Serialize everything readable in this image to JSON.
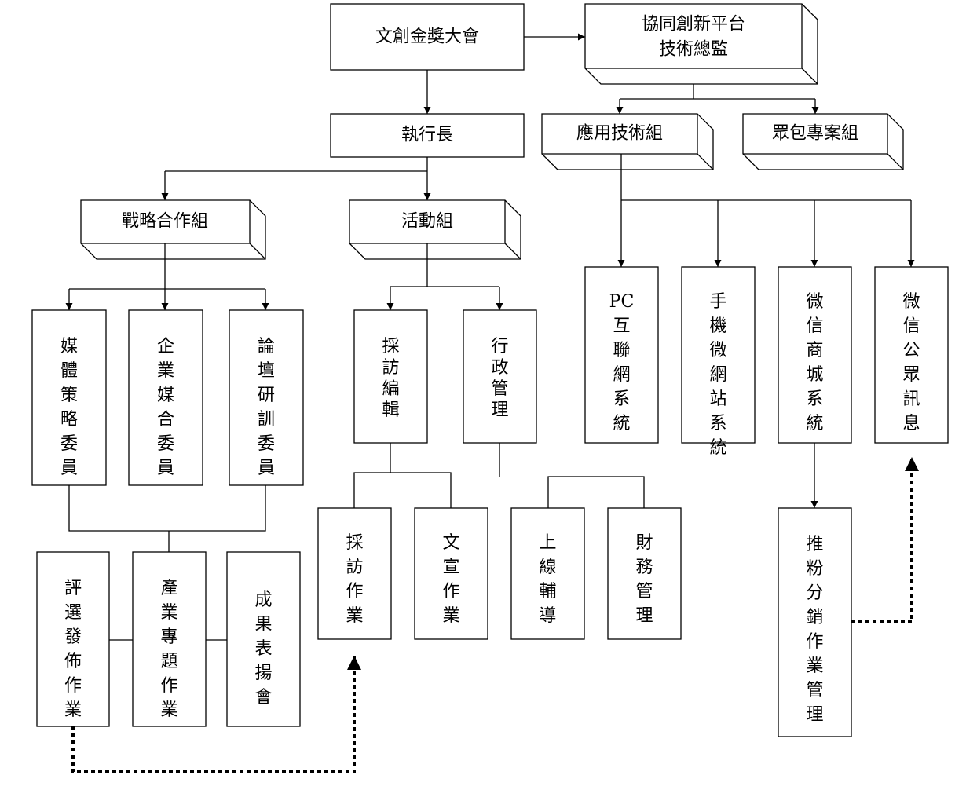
{
  "top": {
    "wenchuang": "文創金獎大會",
    "platform_line1": "協同創新平台",
    "platform_line2": "技術總監"
  },
  "level2": {
    "ceo": "執行長",
    "tech_group": "應用技術組",
    "crowd_group": "眾包專案組"
  },
  "level3": {
    "strategy_group": "戰略合作組",
    "activity_group": "活動組"
  },
  "strategy_members": [
    "媒體策略委員",
    "企業媒合委員",
    "論壇研訓委員"
  ],
  "strategy_tasks": [
    "評選發佈作業",
    "產業專題作業",
    "成果表揚會"
  ],
  "activity_subs": [
    "採訪編輯",
    "行政管理"
  ],
  "activity_tasks": [
    "採訪作業",
    "文宣作業",
    "上線輔導",
    "財務管理"
  ],
  "tech_systems": [
    "PC互聯網系統",
    "手機微網站系統",
    "微信商城系統",
    "微信公眾訊息"
  ],
  "tech_task": "推粉分銷作業管理",
  "colors": {
    "line": "#000000",
    "box_fill": "#ffffff"
  }
}
